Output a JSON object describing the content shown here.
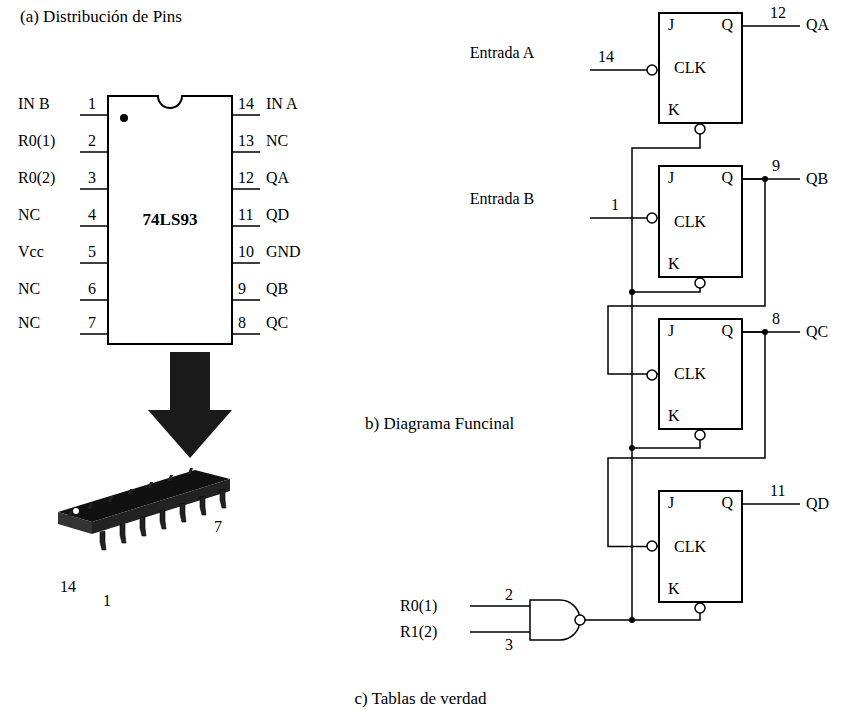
{
  "diagram": {
    "caption": "c) Tablas de verdad",
    "nodes": [
      {
        "text": [
          "74LS93"
        ]
      },
      {
        "text": [
          "J",
          "Q",
          "CLK",
          "K"
        ]
      },
      {
        "text": [
          "J",
          "Q",
          "CLK",
          "K"
        ]
      },
      {
        "text": [
          "J",
          "Q",
          "CLK",
          "K"
        ]
      },
      {
        "text": [
          "J",
          "Q",
          "CLK",
          "K"
        ]
      }
    ],
    "edges": [
      {
        "from": 2,
        "to": 3,
        "arrow": "none"
      },
      {
        "from": 3,
        "to": 4,
        "arrow": "none"
      }
    ],
    "labels": [
      "(a) Distribución de Pins",
      "IN B",
      "1",
      "R0(1)",
      "2",
      "R0(2)",
      "3",
      "NC",
      "4",
      "Vcc",
      "5",
      "NC",
      "6",
      "NC",
      "7",
      "14",
      "IN A",
      "13",
      "NC",
      "12",
      "QA",
      "11",
      "QD",
      "10",
      "GND",
      "9",
      "QB",
      "8",
      "QC",
      "14",
      "1",
      "7",
      "12",
      "QA",
      "Entrada A",
      "14",
      "Entrada B",
      "1",
      "9",
      "QB",
      "8",
      "QC",
      "b) Diagrama Funcinal",
      "11",
      "QD",
      "R0(1)",
      "2",
      "R1(2)",
      "3"
    ]
  }
}
